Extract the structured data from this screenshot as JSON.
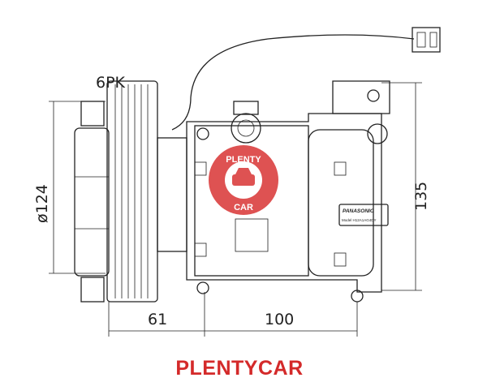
{
  "drawing": {
    "belt_label": "6PK",
    "diameter_label": "ø124",
    "height_label": "135",
    "offset_label": "61",
    "length_label": "100",
    "label_plate": {
      "brand": "PANASONIC",
      "model": "Model H12A1AG4DY"
    }
  },
  "watermark": {
    "top": "PLENTY",
    "bottom": "CAR",
    "color": "#d93434"
  },
  "footer": {
    "brand": "PLENTYCAR",
    "color": "#d42a2a"
  }
}
